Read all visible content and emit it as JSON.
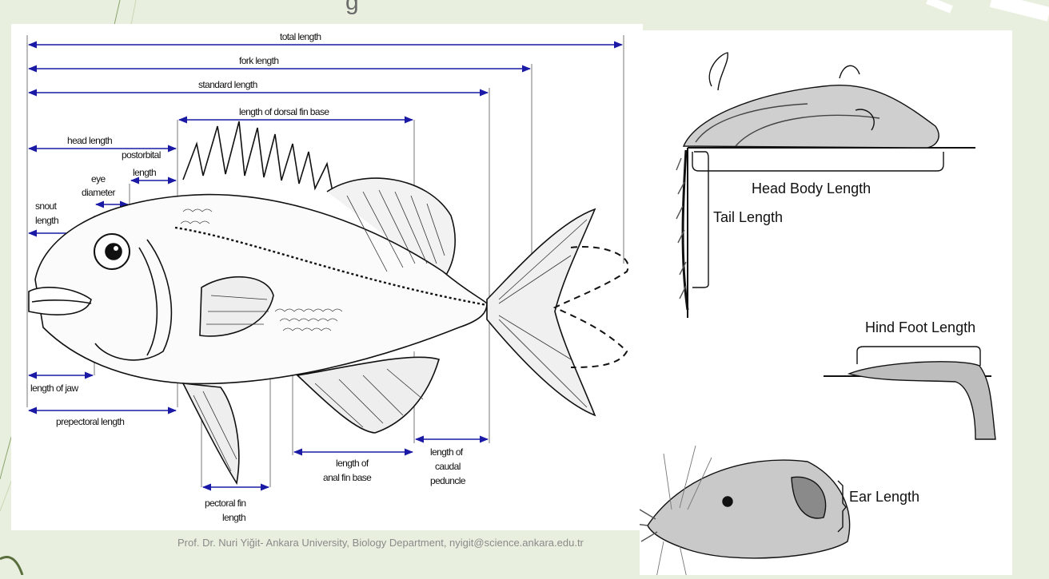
{
  "title_fragment": "g",
  "credit": "Prof. Dr. Nuri Yiğit- Ankara University, Biology Department, nyigit@science.ankara.edu.tr",
  "fish": {
    "total_length": "total length",
    "fork_length": "fork length",
    "standard_length": "standard length",
    "dorsal_fin_base": "length of dorsal fin base",
    "head_length": "head length",
    "postorbital_1": "postorbital",
    "postorbital_2": "length",
    "eye_1": "eye",
    "eye_2": "diameter",
    "snout_1": "snout",
    "snout_2": "length",
    "jaw": "length of jaw",
    "prepectoral": "prepectoral length",
    "pectoral_1": "pectoral fin",
    "pectoral_2": "length",
    "anal_1": "length of",
    "anal_2": "anal fin base",
    "caudal_1": "length of",
    "caudal_2": "caudal",
    "caudal_3": "peduncle"
  },
  "mammal": {
    "head_body": "Head Body Length",
    "tail": "Tail Length",
    "hind_foot": "Hind Foot Length",
    "ear": "Ear Length"
  },
  "colors": {
    "arrow": "#1a1aa6",
    "background": "#e9efdf"
  }
}
